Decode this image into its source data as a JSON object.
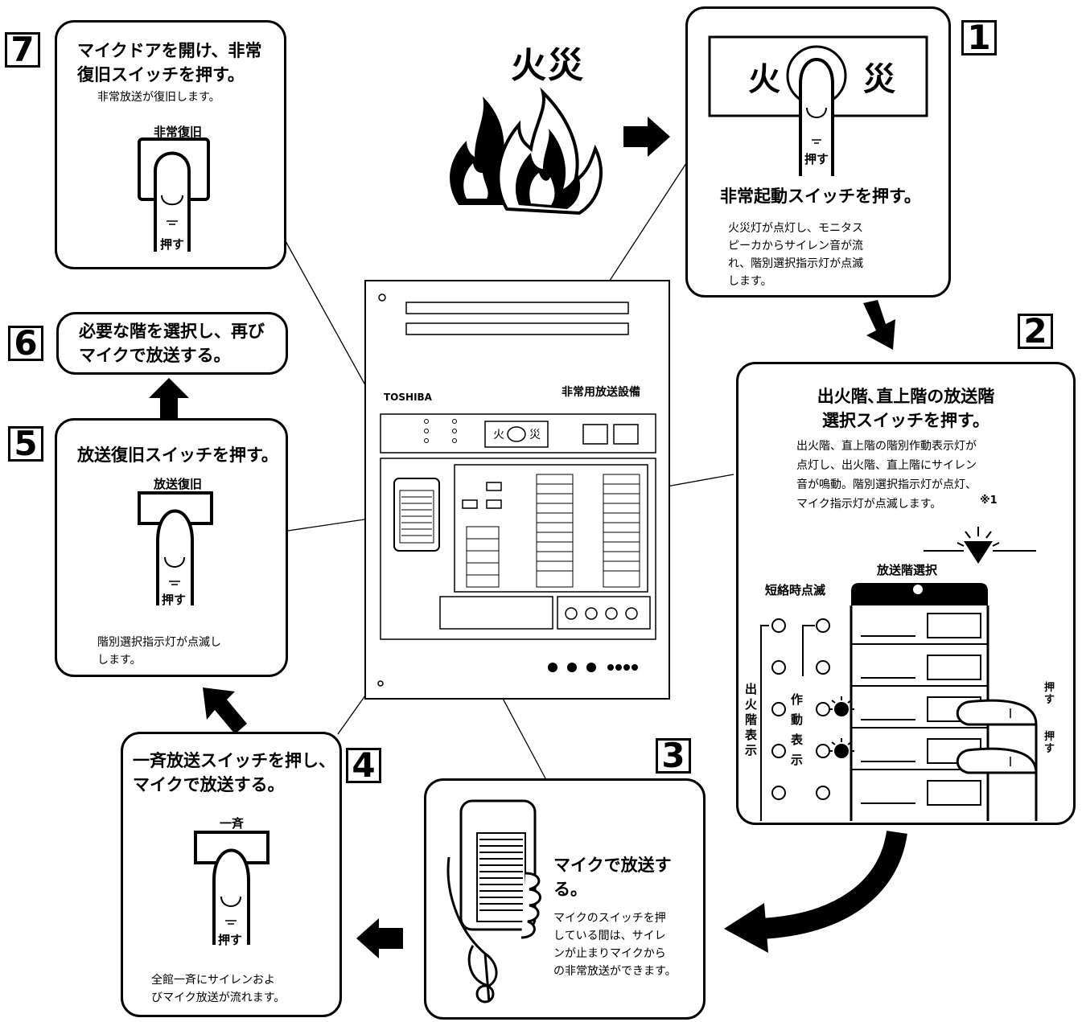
{
  "fire": {
    "title": "火災"
  },
  "step1": {
    "num": "1",
    "button_left": "火",
    "button_right": "災",
    "press": "押す",
    "heading": "非常起動スイッチを押す。",
    "desc": "火災灯が点灯し、モニタス\nピーカからサイレン音が流\nれ、階別選択指示灯が点滅\nします。"
  },
  "step2": {
    "num": "2",
    "heading": "出火階､直上階の放送階\n選択スイッチを押す。",
    "desc": "出火階、直上階の階別作動表示灯が\n点灯し、出火階、直上階にサイレン\n音が鳴動。階別選択指示灯が点灯、\nマイク指示灯が点滅します。",
    "note": "※1",
    "panel_title": "放送階選択",
    "short_blink": "短絡時点滅",
    "fire_floor_display": "出火階表示",
    "operation_display": "作動表示",
    "press": "押す"
  },
  "step3": {
    "num": "3",
    "heading": "マイクで放送する。",
    "desc": "マイクのスイッチを押\nしている間は、サイレ\nンが止まりマイクから\nの非常放送ができます。"
  },
  "step4": {
    "num": "4",
    "heading": "一斉放送スイッチを押し、\nマイクで放送する。",
    "switch_label": "一斉",
    "press": "押す",
    "desc": "全館一斉にサイレンおよ\nびマイク放送が流れます。"
  },
  "step5": {
    "num": "5",
    "heading": "放送復旧スイッチを押す。",
    "switch_label": "放送復旧",
    "press": "押す",
    "desc": "階別選択指示灯が点滅し\nします。"
  },
  "step6": {
    "num": "6",
    "heading": "必要な階を選択し、再び\nマイクで放送する。"
  },
  "step7": {
    "num": "7",
    "heading": "マイクドアを開け、非常\n復旧スイッチを押す。",
    "desc": "非常放送が復旧します。",
    "switch_label": "非常復旧",
    "press": "押す"
  },
  "panel": {
    "brand": "TOSHIBA",
    "title": "非常用放送設備",
    "fire_left": "火",
    "fire_right": "災"
  }
}
